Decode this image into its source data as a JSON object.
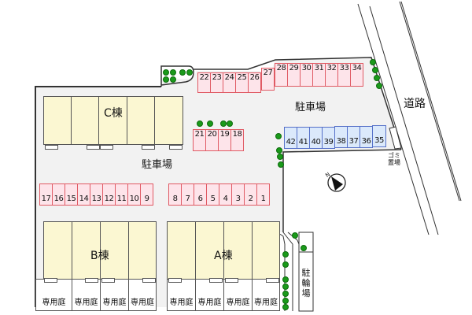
{
  "map": {
    "buildings": [
      {
        "id": "C",
        "label": "C棟",
        "units": 5
      },
      {
        "id": "B",
        "label": "B棟",
        "units": 4
      },
      {
        "id": "A",
        "label": "A棟",
        "units": 4
      }
    ],
    "labels": {
      "parking_top": "駐車場",
      "parking_mid": "駐車場",
      "road": "道路",
      "garbage": "ゴミ置場",
      "garbage_line1": "ゴミ",
      "garbage_line2": "置場",
      "bicycle_parking": "駐輪場",
      "bicycle_chars": [
        "駐",
        "輪",
        "場"
      ],
      "private_garden": "専用庭"
    },
    "gardens": [
      "専用庭",
      "専用庭",
      "専用庭",
      "専用庭",
      "専用庭",
      "専用庭",
      "専用庭",
      "専用庭"
    ],
    "parking": {
      "top_row_1": [
        "22",
        "23",
        "24",
        "25",
        "26"
      ],
      "top_row_27": "27",
      "top_row_2": [
        "28",
        "29",
        "30",
        "31",
        "32",
        "33",
        "34"
      ],
      "middle_small": [
        "21",
        "20",
        "19",
        "18"
      ],
      "blue_row": [
        "42",
        "41",
        "40",
        "39",
        "38",
        "37",
        "36",
        "35"
      ],
      "left_row": [
        "17",
        "16",
        "15",
        "14",
        "13",
        "12",
        "11",
        "10",
        "9"
      ],
      "right_row": [
        "8",
        "7",
        "6",
        "5",
        "4",
        "3",
        "2",
        "1"
      ]
    },
    "colors": {
      "stall_red_border": "#e05a64",
      "stall_red_fill": "#fde4ea",
      "stall_blue_border": "#5570c8",
      "stall_blue_fill": "#dbe9fb",
      "building_fill": "#fbf7d2",
      "lot_fill": "#f2f2f2",
      "tree": "#1a9a1a"
    },
    "compass": {
      "direction": "N",
      "icon": "north-arrow-icon"
    }
  }
}
